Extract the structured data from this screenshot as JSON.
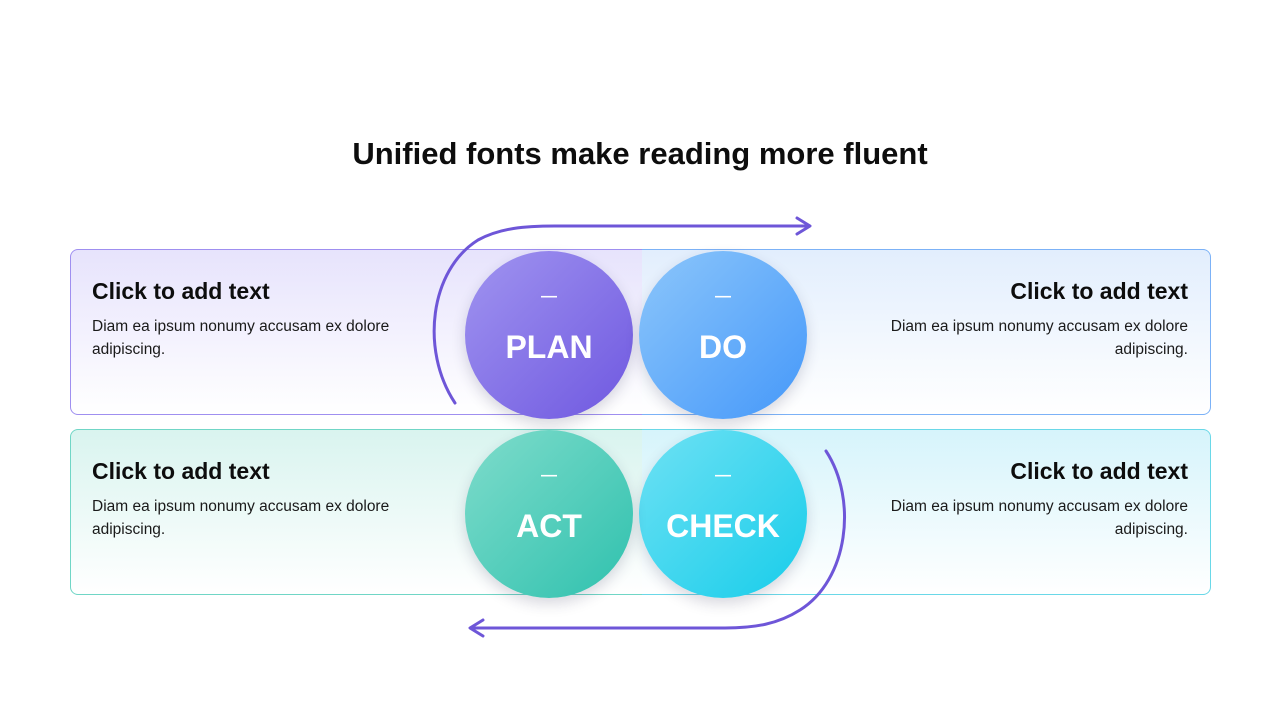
{
  "title": "Unified fonts make reading more fluent",
  "cycle": [
    {
      "id": "plan",
      "dash": "—",
      "label": "PLAN"
    },
    {
      "id": "do",
      "dash": "—",
      "label": "DO"
    },
    {
      "id": "check",
      "dash": "—",
      "label": "CHECK"
    },
    {
      "id": "act",
      "dash": "—",
      "label": "ACT"
    }
  ],
  "text_blocks": {
    "top_left": {
      "heading": "Click to add text",
      "body": "Diam ea ipsum nonumy accusam ex dolore adipiscing."
    },
    "top_right": {
      "heading": "Click to add text",
      "body": "Diam ea ipsum nonumy accusam ex dolore adipiscing."
    },
    "bottom_left": {
      "heading": "Click to add text",
      "body": "Diam ea ipsum nonumy accusam ex dolore adipiscing."
    },
    "bottom_right": {
      "heading": "Click to add text",
      "body": "Diam ea ipsum nonumy accusam ex dolore adipiscing."
    }
  },
  "colors": {
    "plan": "#7a64e4",
    "do": "#4a9cf9",
    "check": "#1fcfea",
    "act": "#38c4b0",
    "arrow": "#6e56d8"
  }
}
